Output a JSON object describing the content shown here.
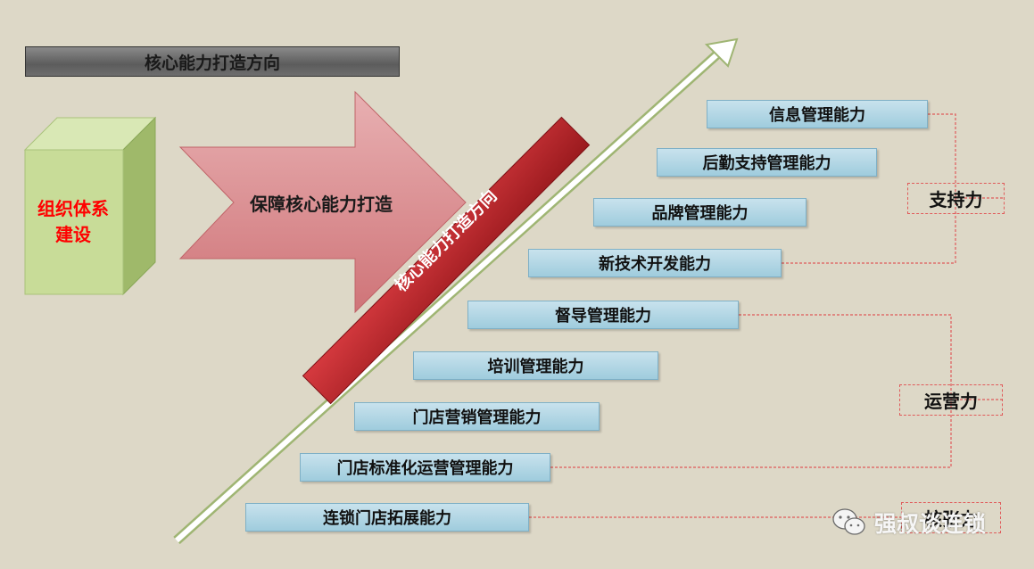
{
  "title": "核心能力打造方向",
  "cube_label": "组织体系建设",
  "arrow_label": "保障核心能力打造",
  "diagonal_label": "核心能力打造方向",
  "capabilities": [
    "信息管理能力",
    "后勤支持管理能力",
    "品牌管理能力",
    "新技术开发能力",
    "督导管理能力",
    "培训管理能力",
    "门店营销管理能力",
    "门店标准化运营管理能力",
    "连锁门店拓展能力"
  ],
  "categories": [
    "支持力",
    "运营力",
    "核张力"
  ],
  "watermark": "强叔谈连锁",
  "colors": {
    "background": "#ddd8c7",
    "capability_fill": "#a9d3e3",
    "cube_text": "#ff0000",
    "bracket": "#e05a5a",
    "diagonal_band": "#b8262b",
    "arrow_fill": "#d8898c"
  },
  "icons": [
    "wechat-icon"
  ]
}
